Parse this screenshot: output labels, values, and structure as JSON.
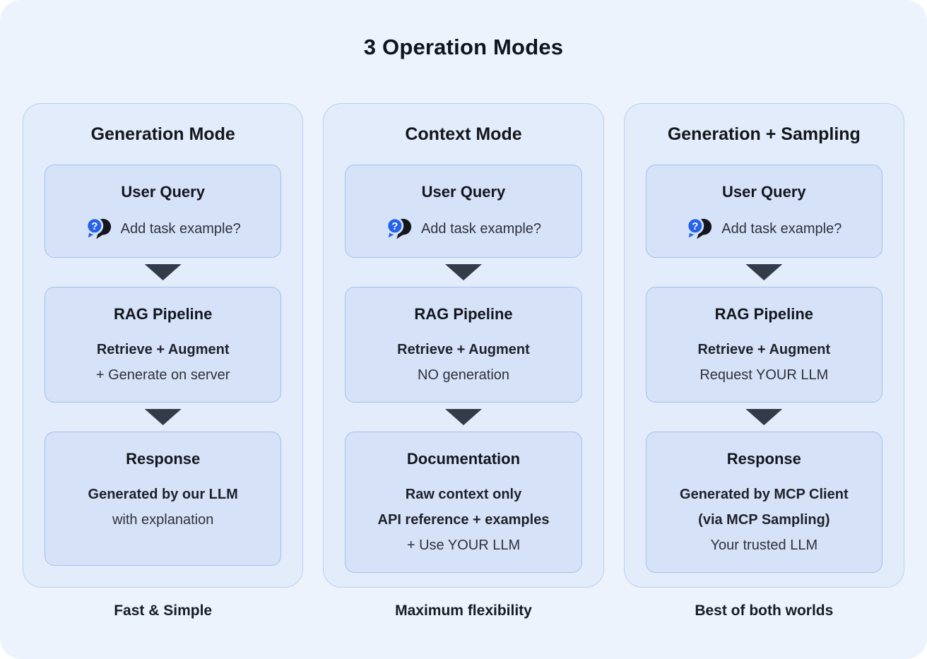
{
  "title": "3 Operation Modes",
  "icons": {
    "question_chat": "question-chat-icon",
    "down_arrow": "down-arrow-icon"
  },
  "colors": {
    "card_bg": "#edf3fc",
    "panel_bg": "#e3ecfa",
    "panel_border": "#b9d0f1",
    "box_bg": "#d6e2f8",
    "box_border": "#a4c0ee",
    "arrow": "#333b48",
    "icon_blue": "#2562e9",
    "icon_dark": "#14171e",
    "text_dark": "#13161d"
  },
  "columns": [
    {
      "title": "Generation Mode",
      "caption": "Fast & Simple",
      "boxes": [
        {
          "title": "User Query",
          "lines": [
            "Add task example?"
          ]
        },
        {
          "title": "RAG Pipeline",
          "lines": [
            "Retrieve + Augment",
            "+ Generate on server"
          ]
        },
        {
          "title": "Response",
          "lines": [
            "Generated by our LLM",
            "with explanation"
          ]
        }
      ]
    },
    {
      "title": "Context Mode",
      "caption": "Maximum flexibility",
      "boxes": [
        {
          "title": "User Query",
          "lines": [
            "Add task example?"
          ]
        },
        {
          "title": "RAG Pipeline",
          "lines": [
            "Retrieve + Augment",
            "NO generation"
          ]
        },
        {
          "title": "Documentation",
          "lines": [
            "Raw context only",
            "API reference + examples",
            "+ Use YOUR LLM"
          ]
        }
      ]
    },
    {
      "title": "Generation + Sampling",
      "caption": "Best of both worlds",
      "boxes": [
        {
          "title": "User Query",
          "lines": [
            "Add task example?"
          ]
        },
        {
          "title": "RAG Pipeline",
          "lines": [
            "Retrieve + Augment",
            "Request YOUR LLM"
          ]
        },
        {
          "title": "Response",
          "lines": [
            "Generated by MCP Client",
            "(via MCP Sampling)",
            "Your trusted LLM"
          ]
        }
      ]
    }
  ]
}
